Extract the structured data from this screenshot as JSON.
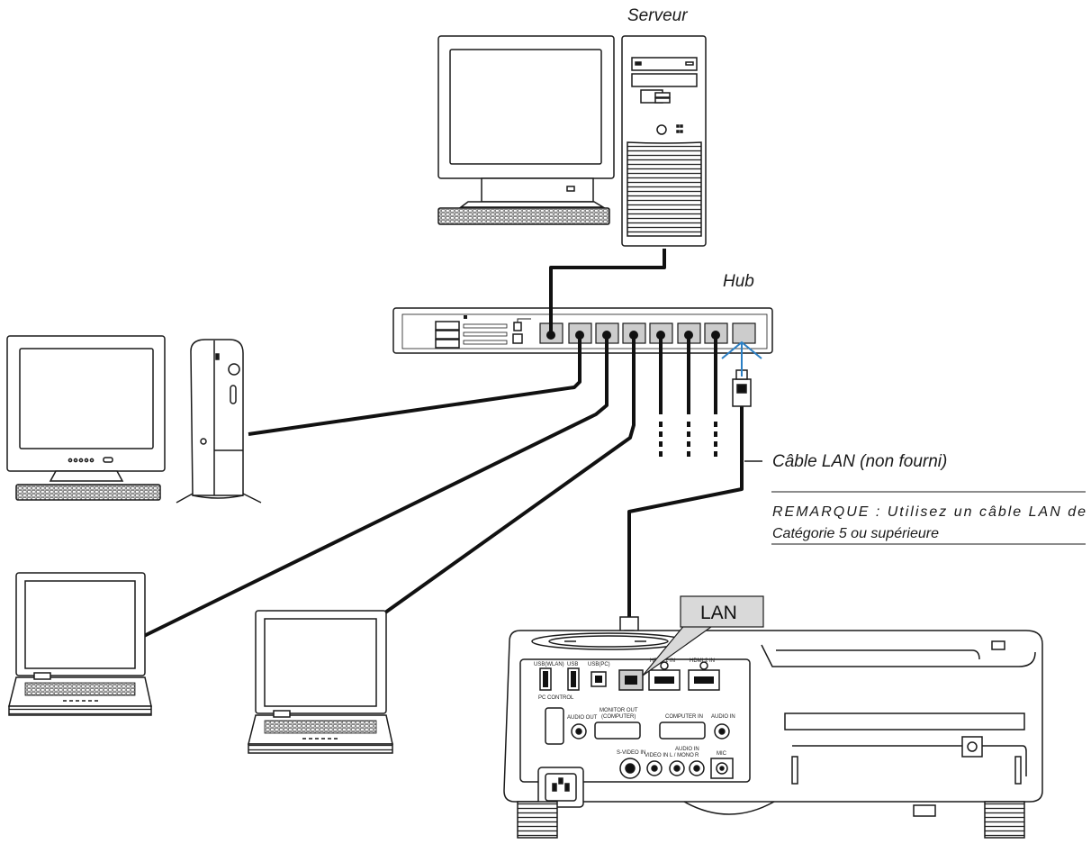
{
  "labels": {
    "server": "Serveur",
    "hub": "Hub",
    "lan_cable": "Câble LAN (non fourni)",
    "note_line1": "REMARQUE : Utilisez un câble LAN de",
    "note_line2": "Catégorie 5 ou supérieure",
    "lan_callout": "LAN"
  },
  "projector_panel": {
    "usb_wlan": "USB(WLAN)",
    "usb": "USB",
    "usb_pc": "USB(PC)",
    "hdmi1": "HDMI 1 IN",
    "hdmi2": "HDMI 2 IN",
    "pc_control": "PC CONTROL",
    "audio_out": "AUDIO OUT",
    "monitor_out_1": "MONITOR OUT",
    "monitor_out_2": "(COMPUTER)",
    "computer_in": "COMPUTER IN",
    "audio_in": "AUDIO IN",
    "s_video_in": "S-VIDEO IN",
    "video_in": "VIDEO IN",
    "audio_in_2": "AUDIO IN",
    "l_mono": "L / MONO",
    "r": "R",
    "mic": "MIC"
  },
  "colors": {
    "line": "#1a1a1a",
    "cable": "#111111",
    "port_fill": "#cccccc",
    "arrow": "#2b7fc4"
  }
}
